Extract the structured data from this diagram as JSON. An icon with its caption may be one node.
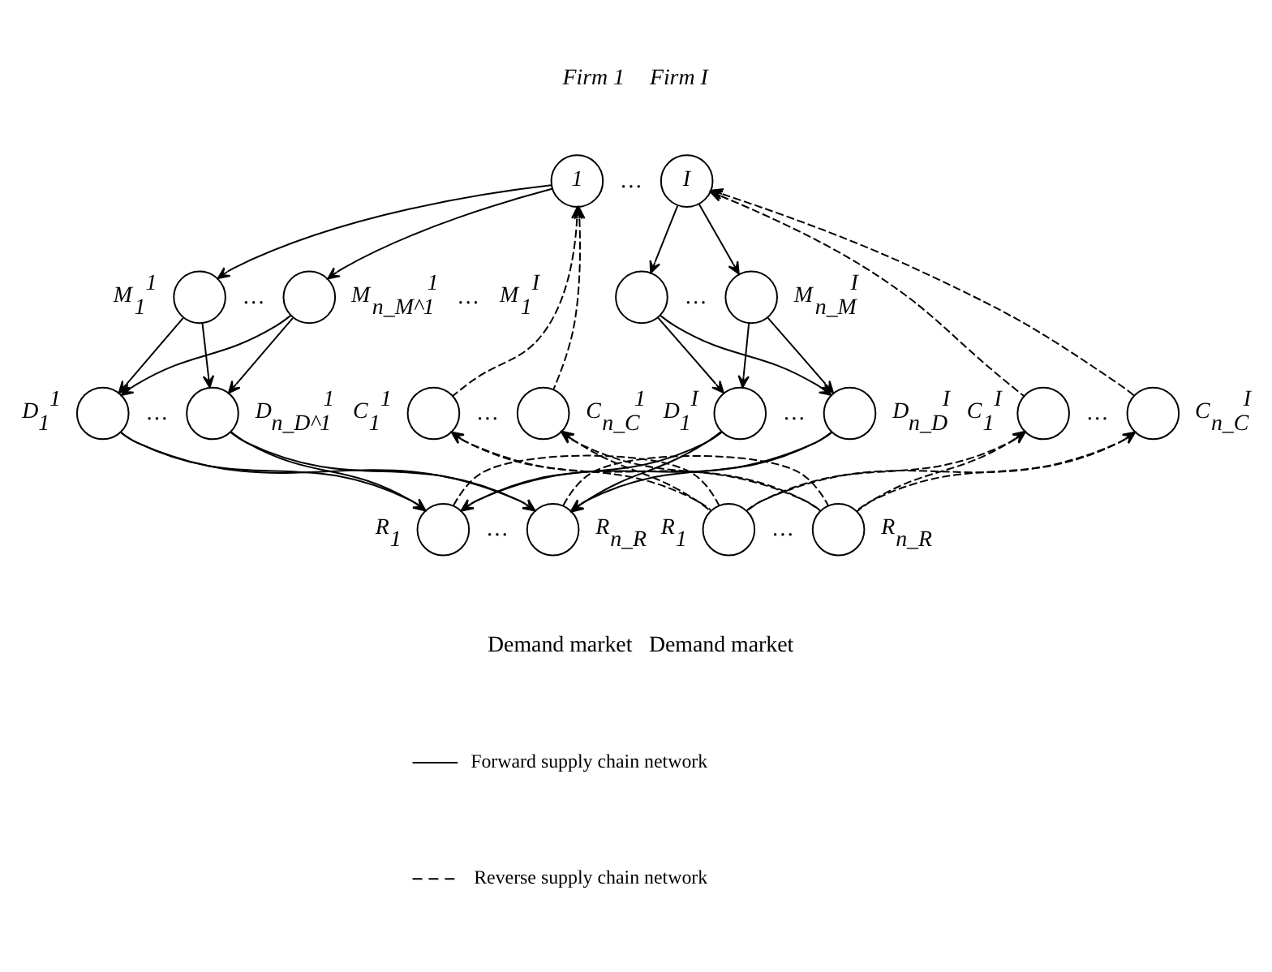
{
  "diagram": {
    "nodes": [
      {
        "text": [
          "1"
        ],
        "beside": [
          "Firm 1"
        ]
      },
      {
        "text": [],
        "shape": "circle",
        "beside": [
          "M$_{1}$$^{1}$"
        ]
      },
      {
        "text": [],
        "shape": "circle",
        "beside": [
          "M$_{n_M^1}$$^{1}$"
        ]
      },
      {
        "text": [],
        "shape": "circle",
        "beside": [
          "D$_{1}$$^{1}$"
        ]
      },
      {
        "text": [],
        "shape": "circle",
        "beside": [
          "D$_{n_D^1}$$^{1}$"
        ]
      },
      {
        "text": [],
        "shape": "circle",
        "beside": [
          "C$_{1}$$^{1}$"
        ]
      },
      {
        "text": [],
        "shape": "circle",
        "beside": [
          "C$_{n_C}$$^{1}$"
        ]
      },
      {
        "text": [
          "I"
        ],
        "beside": [
          "Firm I"
        ]
      },
      {
        "text": [],
        "shape": "circle",
        "beside": [
          "M$_{1}$$^{I}$"
        ]
      },
      {
        "text": [],
        "shape": "circle",
        "beside": [
          "M$_{n_M}$$^{I}$"
        ]
      },
      {
        "text": [],
        "shape": "circle",
        "beside": [
          "D$_{1}$$^{I}$"
        ]
      },
      {
        "text": [],
        "shape": "circle",
        "beside": [
          "D$_{n_D}$$^{I}$"
        ]
      },
      {
        "text": [],
        "shape": "circle",
        "beside": [
          "C$_{1}$$^{I}$"
        ]
      },
      {
        "text": [],
        "shape": "circle",
        "beside": [
          "C$_{n_C}$$^{I}$"
        ]
      },
      {
        "text": [],
        "shape": "circle",
        "beside": [
          "R$_{1}$"
        ]
      },
      {
        "text": [],
        "shape": "circle",
        "beside": [
          "R$_{n_R}$"
        ]
      },
      {
        "text": [],
        "shape": "circle",
        "beside": [
          "R$_{1}$"
        ]
      },
      {
        "text": [],
        "shape": "circle",
        "beside": [
          "R$_{n_R}$"
        ]
      }
    ],
    "edges": [
      {
        "from": 0,
        "to": 1,
        "arrow": "to"
      },
      {
        "from": 0,
        "to": 2,
        "arrow": "to"
      },
      {
        "from": 1,
        "to": 3,
        "arrow": "to"
      },
      {
        "from": 1,
        "to": 4,
        "arrow": "to"
      },
      {
        "from": 2,
        "to": 3,
        "arrow": "to"
      },
      {
        "from": 2,
        "to": 4,
        "arrow": "to"
      },
      {
        "from": 7,
        "to": 8,
        "arrow": "to"
      },
      {
        "from": 7,
        "to": 9,
        "arrow": "to"
      },
      {
        "from": 8,
        "to": 10,
        "arrow": "to"
      },
      {
        "from": 8,
        "to": 11,
        "arrow": "to"
      },
      {
        "from": 9,
        "to": 10,
        "arrow": "to"
      },
      {
        "from": 9,
        "to": 11,
        "arrow": "to"
      },
      {
        "from": 3,
        "to": 14,
        "arrow": "to"
      },
      {
        "from": 3,
        "to": 15,
        "arrow": "to"
      },
      {
        "from": 4,
        "to": 14,
        "arrow": "to"
      },
      {
        "from": 4,
        "to": 15,
        "arrow": "to"
      },
      {
        "from": 10,
        "to": 14,
        "arrow": "to"
      },
      {
        "from": 10,
        "to": 15,
        "arrow": "to"
      },
      {
        "from": 11,
        "to": 14,
        "arrow": "to"
      },
      {
        "from": 11,
        "to": 15,
        "arrow": "to"
      },
      {
        "from": 5,
        "to": 0,
        "arrow": "to",
        "style": "dashed"
      },
      {
        "from": 6,
        "to": 0,
        "arrow": "to",
        "style": "dashed"
      },
      {
        "from": 12,
        "to": 7,
        "arrow": "to",
        "style": "dashed"
      },
      {
        "from": 13,
        "to": 7,
        "arrow": "to",
        "style": "dashed"
      },
      {
        "from": 16,
        "to": 5,
        "arrow": "to",
        "style": "dashed"
      },
      {
        "from": 16,
        "to": 6,
        "arrow": "to",
        "style": "dashed"
      },
      {
        "from": 17,
        "to": 5,
        "arrow": "to",
        "style": "dashed"
      },
      {
        "from": 17,
        "to": 6,
        "arrow": "to",
        "style": "dashed"
      },
      {
        "from": 16,
        "to": 12,
        "arrow": "to",
        "style": "dashed"
      },
      {
        "from": 16,
        "to": 13,
        "arrow": "to",
        "style": "dashed"
      },
      {
        "from": 17,
        "to": 12,
        "arrow": "to",
        "style": "dashed"
      },
      {
        "from": 17,
        "to": 13,
        "arrow": "to",
        "style": "dashed"
      },
      {
        "from": 14,
        "to": 16,
        "arrow": "none",
        "style": "dashed"
      },
      {
        "from": 15,
        "to": 17,
        "arrow": "none",
        "style": "dashed"
      }
    ],
    "labels": [
      "…",
      "…",
      "…",
      "…",
      "…",
      "…",
      "…",
      "…",
      "…",
      "…",
      "Demand market",
      "Demand market"
    ],
    "legend": [
      {
        "text": "Forward supply chain network"
      },
      {
        "text": "Reverse supply chain network"
      }
    ]
  }
}
